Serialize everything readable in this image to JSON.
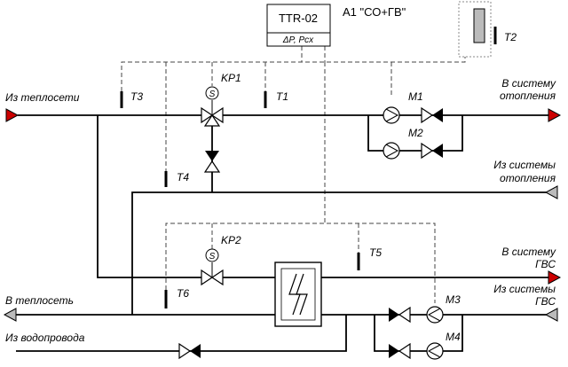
{
  "controller": {
    "model": "TTR-02",
    "params": "ΔP, Pcx",
    "title": "А1 \"СО+ГВ\""
  },
  "labels": {
    "from_heat_network": "Из теплосети",
    "to_heating_system_1": "В систему",
    "to_heating_system_2": "отопления",
    "from_heating_system_1": "Из системы",
    "from_heating_system_2": "отопления",
    "to_dhw_system_1": "В систему",
    "to_dhw_system_2": "ГВС",
    "to_heat_network": "В теплосеть",
    "from_dhw_system_1": "Из системы",
    "from_dhw_system_2": "ГВС",
    "from_water_supply": "Из водопровода"
  },
  "tags": {
    "t1": "T1",
    "t2": "T2",
    "t3": "T3",
    "t4": "T4",
    "t5": "T5",
    "t6": "T6",
    "kp1": "KP1",
    "kp2": "KP2",
    "m1": "M1",
    "m2": "M2",
    "m3": "M3",
    "m4": "M4",
    "valve_actuator": "S"
  },
  "colors": {
    "inlet_arrow": "#cc0000",
    "outlet_arrow": "#bbbbbb",
    "sensor_t2_fill": "#bbbbbb"
  }
}
